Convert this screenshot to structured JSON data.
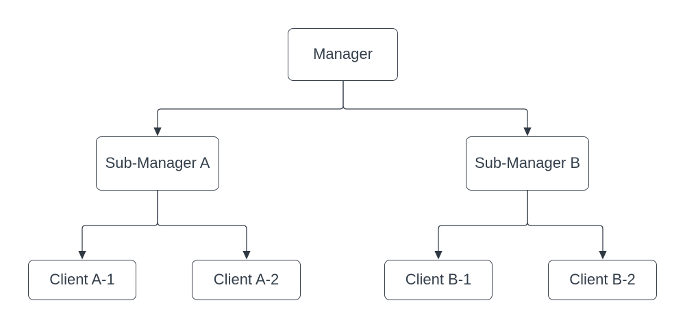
{
  "colors": {
    "background": "#ffffff",
    "node_fill": "#ffffff",
    "stroke": "#39414d",
    "text": "#333e4a",
    "arrow": "#2f3944"
  },
  "nodes": [
    {
      "id": "manager",
      "label": "Manager"
    },
    {
      "id": "sub-manager-a",
      "label": "Sub-Manager A"
    },
    {
      "id": "sub-manager-b",
      "label": "Sub-Manager B"
    },
    {
      "id": "client-a-1",
      "label": "Client A-1"
    },
    {
      "id": "client-a-2",
      "label": "Client A-2"
    },
    {
      "id": "client-b-1",
      "label": "Client B-1"
    },
    {
      "id": "client-b-2",
      "label": "Client B-2"
    }
  ],
  "edges": [
    {
      "from": "Manager",
      "to": "Sub-Manager A"
    },
    {
      "from": "Manager",
      "to": "Sub-Manager B"
    },
    {
      "from": "Sub-Manager A",
      "to": "Client A-1"
    },
    {
      "from": "Sub-Manager A",
      "to": "Client A-2"
    },
    {
      "from": "Sub-Manager B",
      "to": "Client B-1"
    },
    {
      "from": "Sub-Manager B",
      "to": "Client B-2"
    }
  ]
}
